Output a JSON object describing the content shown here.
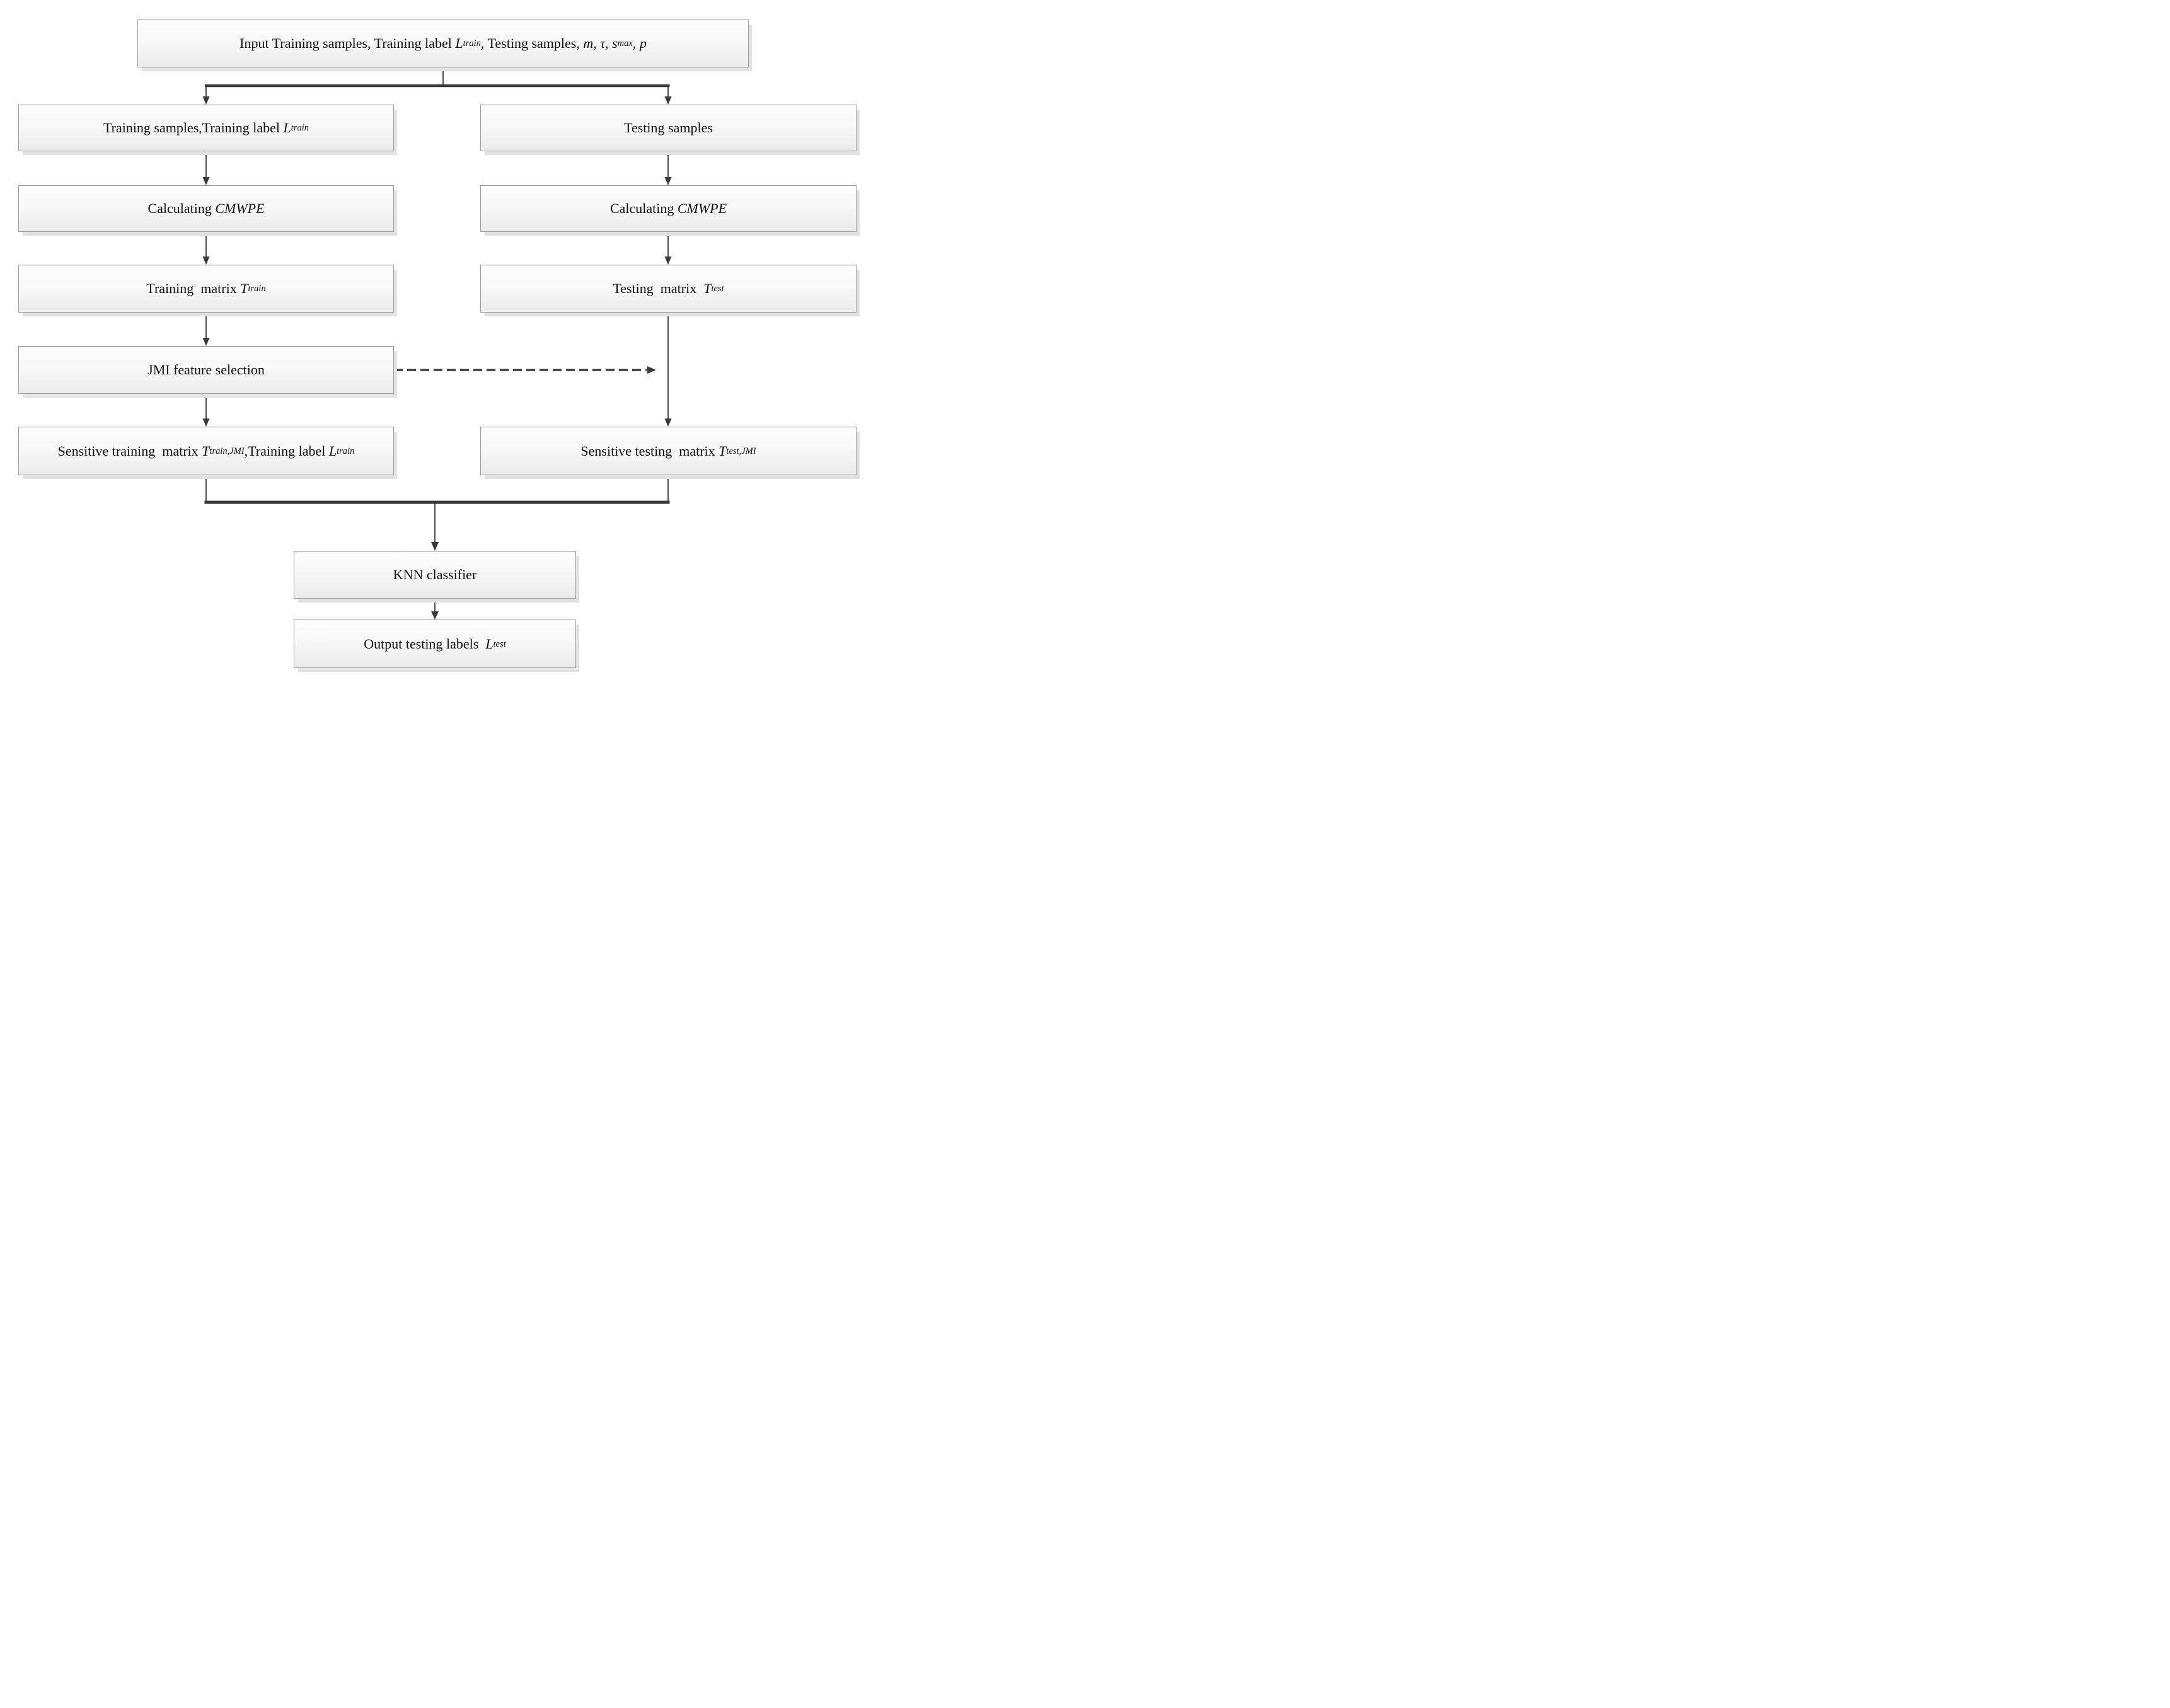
{
  "figure": {
    "type": "flowchart",
    "background_color": "#ffffff",
    "box_fill_top": "#fdfdfd",
    "box_fill_bottom": "#ebebeb",
    "box_border_color": "#9d9d9d",
    "box_shadow_color": "#e2e2e2",
    "line_color": "#3a3a3a",
    "text_color": "#101010"
  },
  "diagram": {
    "nodes": [
      {
        "id": "input",
        "segments": [
          {
            "t": "Input Training samples, Training label "
          },
          {
            "t": "L",
            "i": true
          },
          {
            "t": "train",
            "i": true,
            "sub": true
          },
          {
            "t": ", Testing samples, "
          },
          {
            "t": "m",
            "i": true
          },
          {
            "t": ", "
          },
          {
            "t": "τ",
            "i": true
          },
          {
            "t": ", "
          },
          {
            "t": "s",
            "i": true
          },
          {
            "t": "max",
            "i": true,
            "sub": true
          },
          {
            "t": ", "
          },
          {
            "t": "p",
            "i": true
          }
        ]
      },
      {
        "id": "training-samples",
        "segments": [
          {
            "t": "Training samples,Training label "
          },
          {
            "t": "L",
            "i": true
          },
          {
            "t": "train",
            "i": true,
            "sub": true
          }
        ]
      },
      {
        "id": "testing-samples",
        "segments": [
          {
            "t": "Testing samples"
          }
        ]
      },
      {
        "id": "calc-cmwpe-train",
        "segments": [
          {
            "t": "Calculating "
          },
          {
            "t": "CMWPE",
            "i": true
          }
        ]
      },
      {
        "id": "calc-cmwpe-test",
        "segments": [
          {
            "t": "Calculating "
          },
          {
            "t": "CMWPE",
            "i": true
          }
        ]
      },
      {
        "id": "training-matrix",
        "segments": [
          {
            "t": "Training  matrix "
          },
          {
            "t": "T",
            "i": true
          },
          {
            "t": "train",
            "i": true,
            "sub": true
          }
        ]
      },
      {
        "id": "testing-matrix",
        "segments": [
          {
            "t": "Testing  matrix  "
          },
          {
            "t": "T",
            "i": true
          },
          {
            "t": "test",
            "i": true,
            "sub": true
          }
        ]
      },
      {
        "id": "jmi-feature-selection",
        "segments": [
          {
            "t": "JMI feature selection"
          }
        ]
      },
      {
        "id": "sensitive-training-matrix",
        "segments": [
          {
            "t": "Sensitive training  matrix "
          },
          {
            "t": "T",
            "i": true
          },
          {
            "t": "train,JMI",
            "i": true,
            "sub": true
          },
          {
            "t": ","
          },
          {
            "t": "Training label "
          },
          {
            "t": "L",
            "i": true
          },
          {
            "t": "train",
            "i": true,
            "sub": true
          }
        ]
      },
      {
        "id": "sensitive-testing-matrix",
        "segments": [
          {
            "t": "Sensitive testing  matrix "
          },
          {
            "t": "T",
            "i": true
          },
          {
            "t": "test,JMI",
            "i": true,
            "sub": true
          }
        ]
      },
      {
        "id": "knn-classifier",
        "segments": [
          {
            "t": "KNN classifier"
          }
        ]
      },
      {
        "id": "output-testing-labels",
        "segments": [
          {
            "t": "Output testing labels  "
          },
          {
            "t": "L",
            "i": true
          },
          {
            "t": "test",
            "i": true,
            "sub": true
          }
        ]
      }
    ],
    "edges": [
      {
        "from": "input",
        "to": "training-samples",
        "style": "solid"
      },
      {
        "from": "input",
        "to": "testing-samples",
        "style": "solid"
      },
      {
        "from": "training-samples",
        "to": "calc-cmwpe-train",
        "style": "solid"
      },
      {
        "from": "calc-cmwpe-train",
        "to": "training-matrix",
        "style": "solid"
      },
      {
        "from": "training-matrix",
        "to": "jmi-feature-selection",
        "style": "solid"
      },
      {
        "from": "jmi-feature-selection",
        "to": "sensitive-training-matrix",
        "style": "solid"
      },
      {
        "from": "testing-samples",
        "to": "calc-cmwpe-test",
        "style": "solid"
      },
      {
        "from": "calc-cmwpe-test",
        "to": "testing-matrix",
        "style": "solid"
      },
      {
        "from": "testing-matrix",
        "to": "sensitive-testing-matrix",
        "style": "solid"
      },
      {
        "from": "jmi-feature-selection",
        "to": "sensitive-testing-matrix",
        "style": "dashed"
      },
      {
        "from": "sensitive-training-matrix",
        "to": "knn-classifier",
        "style": "solid"
      },
      {
        "from": "sensitive-testing-matrix",
        "to": "knn-classifier",
        "style": "solid"
      },
      {
        "from": "knn-classifier",
        "to": "output-testing-labels",
        "style": "solid"
      }
    ]
  }
}
